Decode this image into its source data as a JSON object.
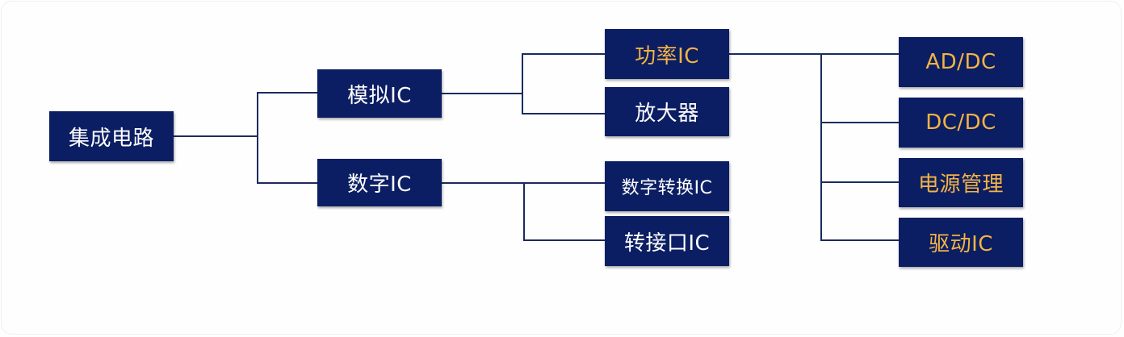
{
  "colors": {
    "box_fill": "#0b1e63",
    "text_default": "#ffffff",
    "text_highlight": "#f4b343",
    "connector": "#1c2a5e"
  },
  "nodes": {
    "root": "集成电路",
    "analog_ic": "模拟IC",
    "digital_ic": "数字IC",
    "power_ic": "功率IC",
    "amplifier": "放大器",
    "digital_conversion": "数字转换IC",
    "interface_ic": "转接口IC",
    "ad_dc": "AD/DC",
    "dc_dc": "DC/DC",
    "power_management": "电源管理",
    "driver_ic": "驱动IC"
  }
}
